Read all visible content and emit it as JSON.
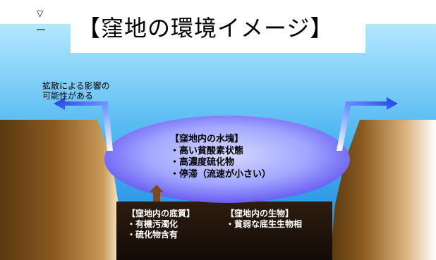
{
  "title": "【窪地の環境イメージ】",
  "water_level_symbol": "▽",
  "diffusion_note": [
    "拡散による影響の",
    "可能性がある"
  ],
  "water_mass": {
    "heading": "【窪地内の水塊】",
    "items": [
      "・高い貧酸素状態",
      "・高濃度硫化物",
      "・停滞（流速が小さい）"
    ]
  },
  "sediment": {
    "heading": "【窪地内の底質】",
    "items": [
      "・有機汚濁化",
      "・硫化物含有"
    ]
  },
  "organisms": {
    "heading": "【窪地内の生物】",
    "items": [
      "・貧弱な底生生物相"
    ]
  },
  "colors": {
    "water_top": "#a9e4ff",
    "water_bottom": "#1287dc",
    "mud": "#6b4515",
    "pit_dark": "#1c120b",
    "arrow_blue": "#1f4fe6",
    "arrow_up": "#7a4a22"
  }
}
